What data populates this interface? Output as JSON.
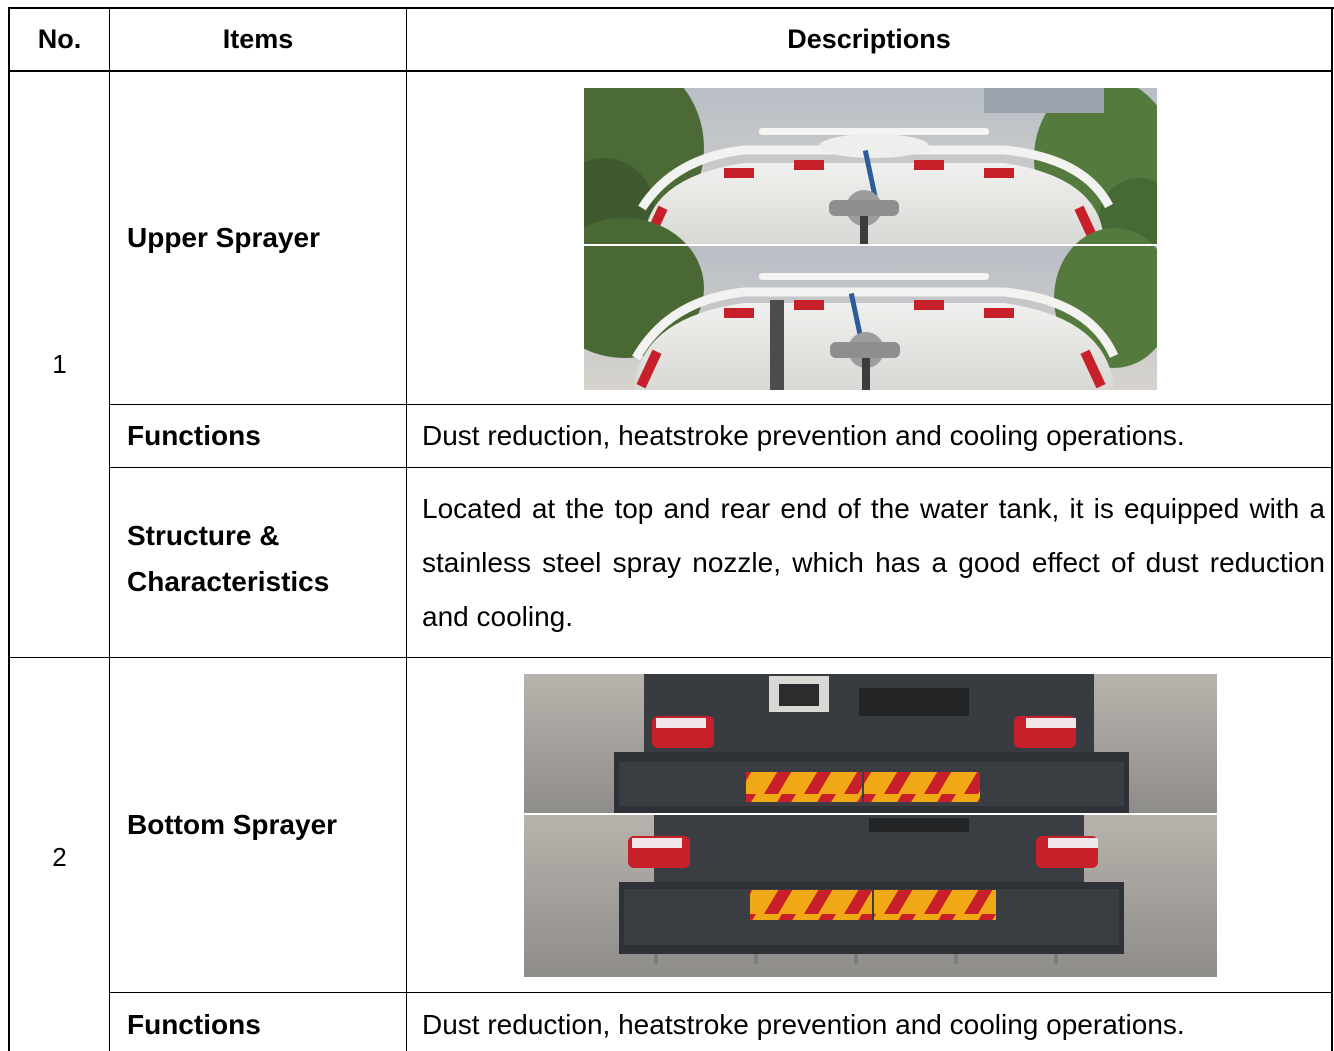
{
  "table": {
    "headers": {
      "no": "No.",
      "items": "Items",
      "descriptions": "Descriptions"
    },
    "rows": [
      {
        "no": "1",
        "image_item": "Upper Sprayer",
        "functions_label": "Functions",
        "functions": "Dust reduction, heatstroke prevention and cooling operations.",
        "structure_label_line1": "Structure &",
        "structure_label_line2": "Characteristics",
        "structure": "Located at the top and rear end of the water tank, it is equipped with a stainless steel spray nozzle, which has a good effect of dust reduction and cooling."
      },
      {
        "no": "2",
        "image_item": "Bottom Sprayer",
        "functions_label": "Functions",
        "functions": "Dust reduction, heatstroke prevention and cooling operations."
      }
    ]
  },
  "colors": {
    "border": "#000000",
    "reflector_red": "#c8202a",
    "reflector_yellow": "#f0a814",
    "tank_white": "#e4e4e2",
    "bumper_dark": "#2e3236",
    "foliage": "#4a6a3a"
  }
}
